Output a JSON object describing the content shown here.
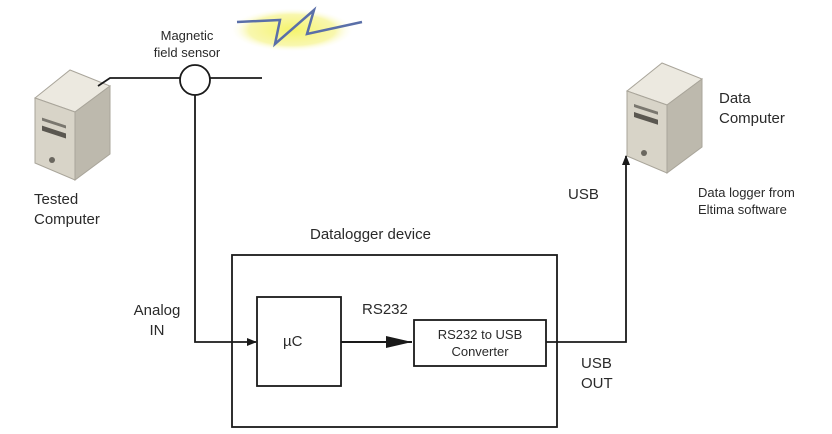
{
  "labels": {
    "sensor": "Magnetic\nfield sensor",
    "tested_computer": "Tested\nComputer",
    "data_computer": "Data\nComputer",
    "data_logger_software": "Data logger from\nEltima software",
    "usb": "USB",
    "datalogger_device": "Datalogger device",
    "analog_in": "Analog\nIN",
    "rs232": "RS232",
    "uc": "µC",
    "converter": "RS232 to USB\nConverter",
    "usb_out": "USB\nOUT"
  },
  "colors": {
    "line": "#1a1a1a",
    "computer_light": "#e6e3da",
    "computer_mid": "#cfcbbf",
    "computer_dark": "#a9a59a",
    "lightning_glow": "#f3f27a",
    "lightning_stroke": "#5a6fa8"
  }
}
